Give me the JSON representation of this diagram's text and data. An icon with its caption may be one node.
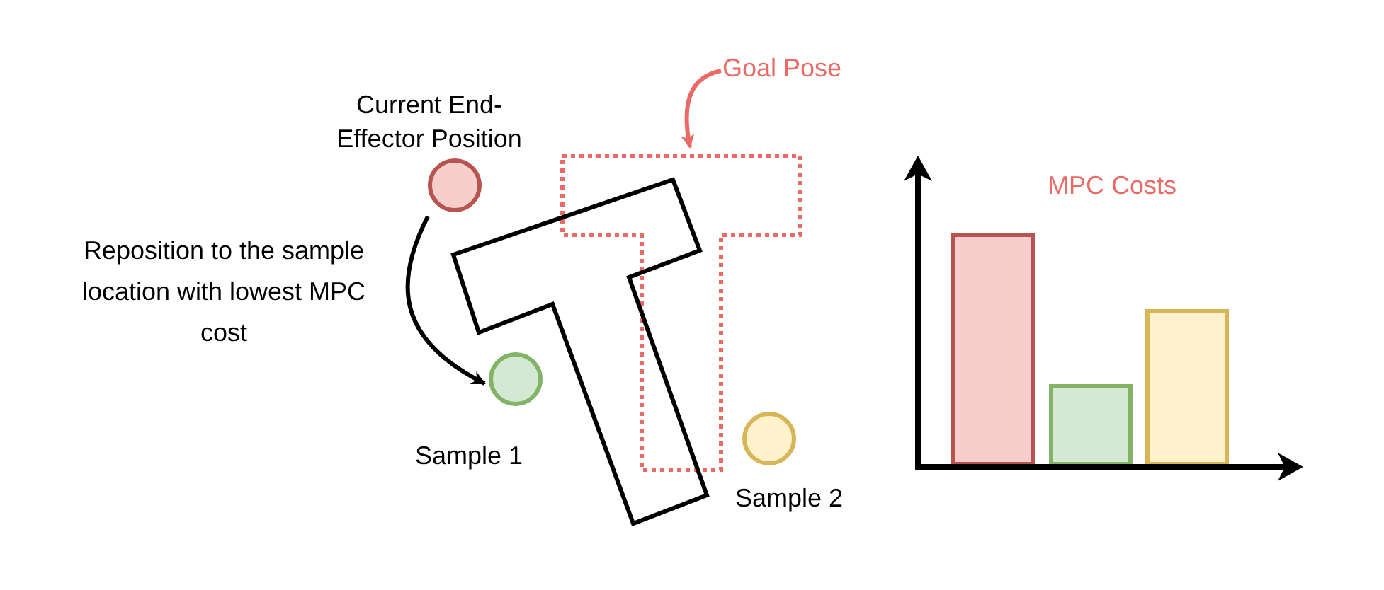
{
  "diagram": {
    "nodes": [
      {
        "text": [
          "Goal Pose"
        ]
      },
      {
        "text": [],
        "shape": "picture"
      },
      {
        "text": [],
        "shape": "circle",
        "beside": [
          "Current End-Effector Position"
        ]
      },
      {
        "text": [],
        "shape": "circle"
      },
      {
        "text": [],
        "shape": "circle",
        "beside": [
          "Sample 2"
        ]
      },
      {
        "text": [],
        "shape": "picture"
      }
    ],
    "edges": [
      {
        "from": 0,
        "to": 1,
        "arrow": "to",
        "color": "#ea6b66"
      },
      {
        "from": 2,
        "to": 3,
        "arrow": "to",
        "color": "#000000",
        "label": "Reposition to the sample location with lowest MPC cost"
      }
    ],
    "labels": [
      "Sample 1",
      "MPC Costs"
    ]
  }
}
